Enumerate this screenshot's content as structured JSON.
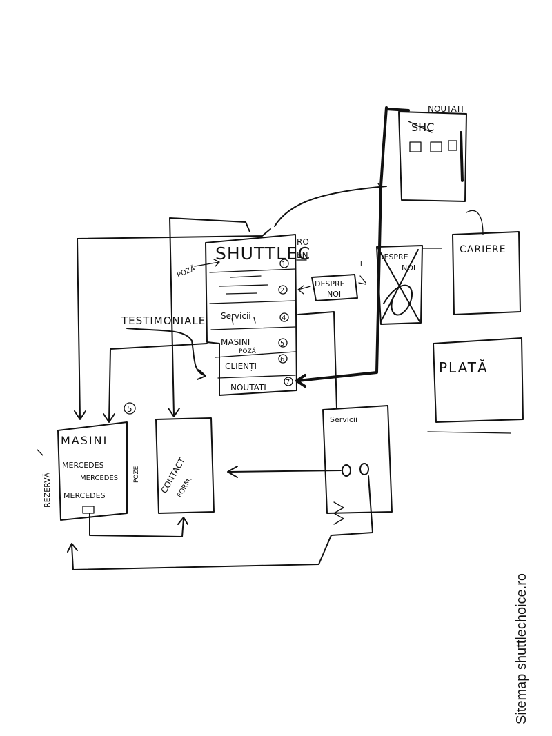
{
  "caption": "Sitemap shuttlechoice.ro",
  "home": {
    "logo": "SHUTTLEC",
    "lang_ro": "RO",
    "lang_en": "EN",
    "sections": [
      {
        "label": "",
        "num": "1"
      },
      {
        "label": "",
        "num": "2"
      },
      {
        "label": "Servicii",
        "num": "4"
      },
      {
        "label": "MASINI",
        "sub": "POZĂ",
        "num": "5"
      },
      {
        "label": "CLIENȚI",
        "num": "6"
      },
      {
        "label": "NOUTATI",
        "num": "7"
      }
    ]
  },
  "labels": {
    "poza": "POZĂ",
    "testimoniale": "TESTIMONIALE",
    "despre_noi_a": "DESPRE",
    "despre_noi_b": "NOI",
    "despre_crossed_a": "DESPRE",
    "despre_crossed_b": "NOI",
    "noutati_title": "NOUTATI",
    "noutati_logo": "SHC",
    "cariere": "CARIERE",
    "plata": "PLATĂ",
    "servicii": "Servicii",
    "contact_a": "CONTACT",
    "contact_b": "FORM.",
    "masini_title": "MASINI",
    "masini_num": "5",
    "masini_items": [
      "MERCEDES",
      "MERCEDES",
      "MERCEDES"
    ],
    "rezerva": "REZERVĂ",
    "poze": "POZE",
    "triple": "III"
  }
}
